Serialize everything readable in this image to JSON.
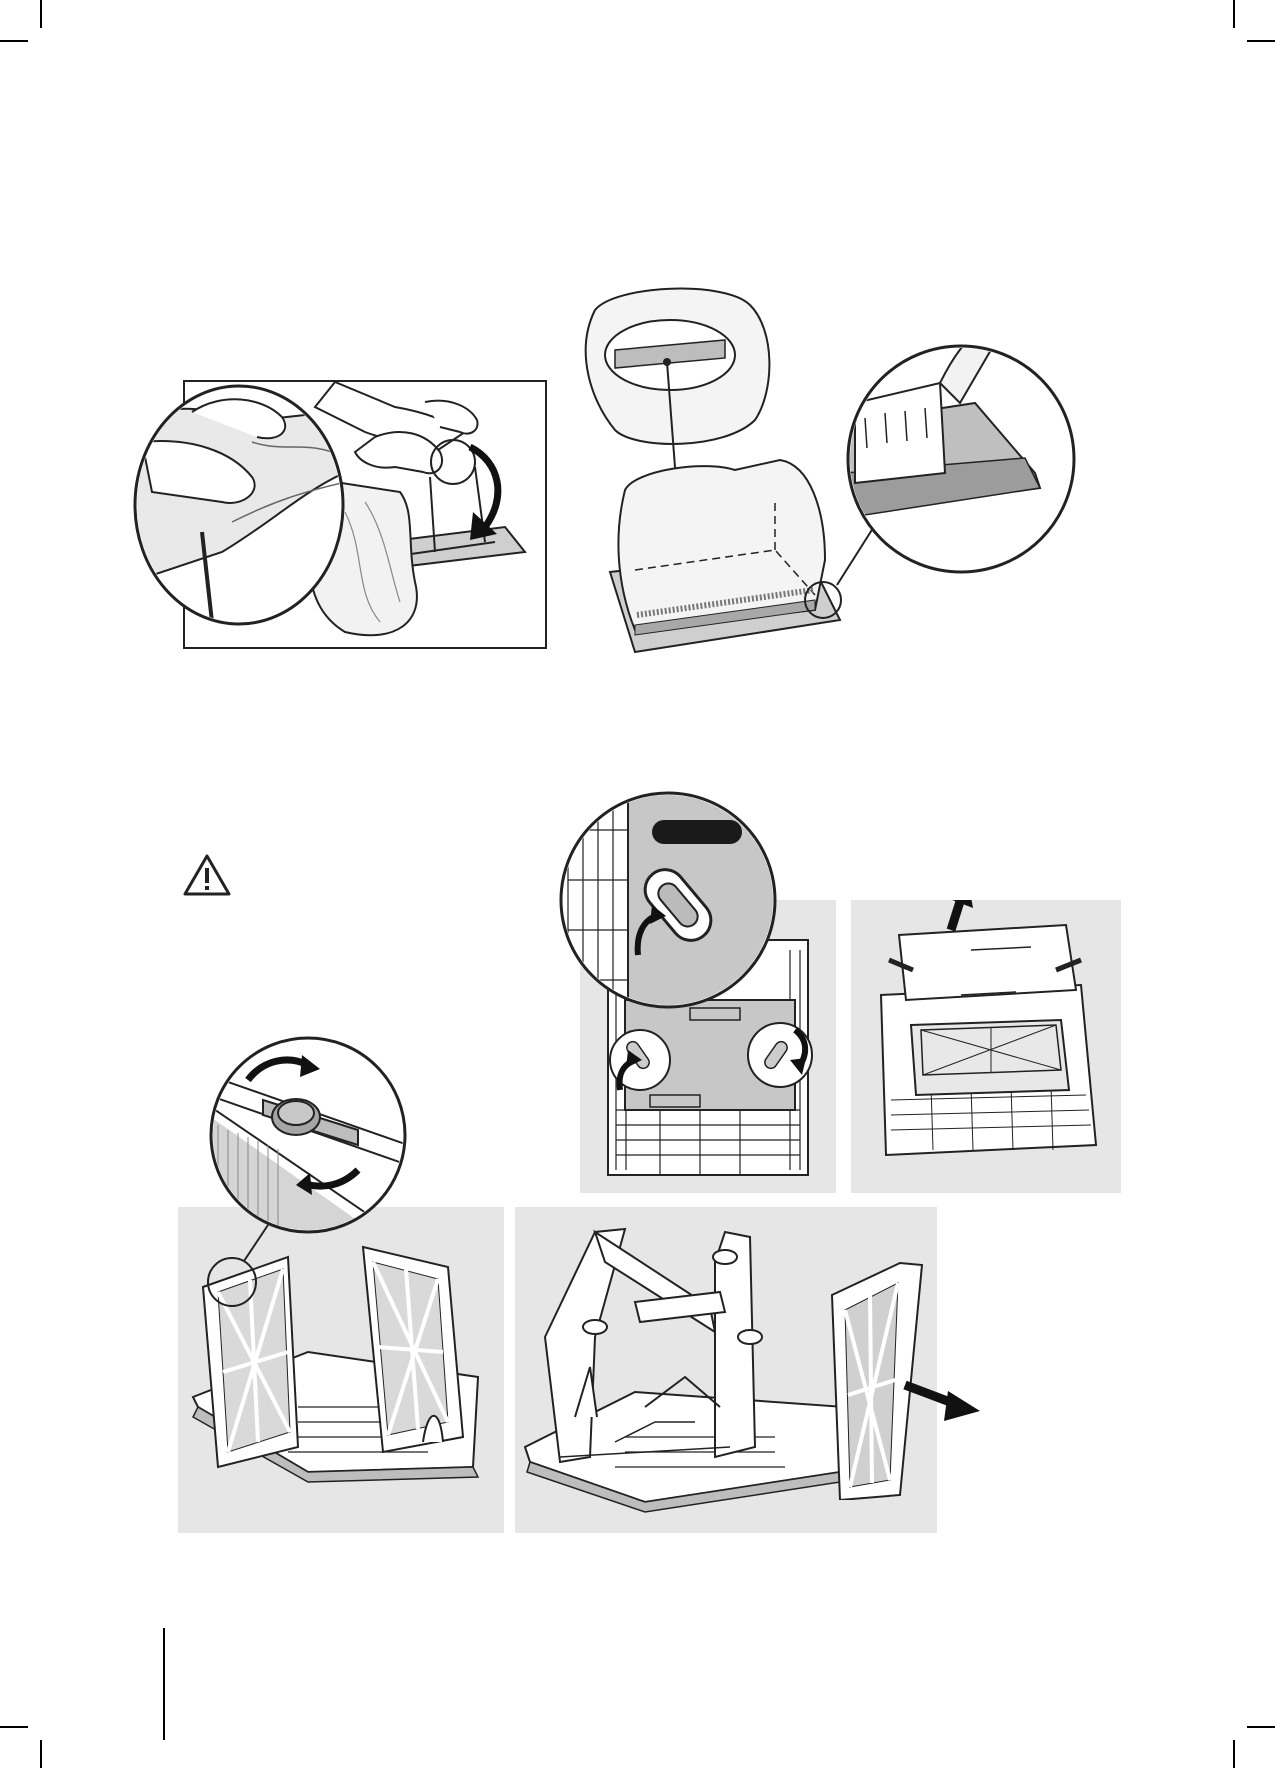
{
  "page": {
    "background": "#ffffff",
    "panel_fill": "#e6e6e6",
    "line_color": "#222222",
    "accent_dark": "#1a1a1a"
  },
  "icons": {
    "warning": "warning-triangle-icon",
    "rotate": "curved-arrow-icon",
    "lift": "straight-arrow-icon"
  },
  "figures": [
    {
      "name": "hands-removing-filter-bag",
      "kind": "illustration"
    },
    {
      "name": "filter-bag-on-frame",
      "kind": "illustration"
    },
    {
      "name": "unlock-clips-top-view",
      "kind": "illustration"
    },
    {
      "name": "lift-cover",
      "kind": "illustration"
    },
    {
      "name": "rotate-knob-detail",
      "kind": "illustration"
    },
    {
      "name": "filter-frames-open",
      "kind": "illustration"
    },
    {
      "name": "filter-panel-removed",
      "kind": "illustration"
    }
  ]
}
